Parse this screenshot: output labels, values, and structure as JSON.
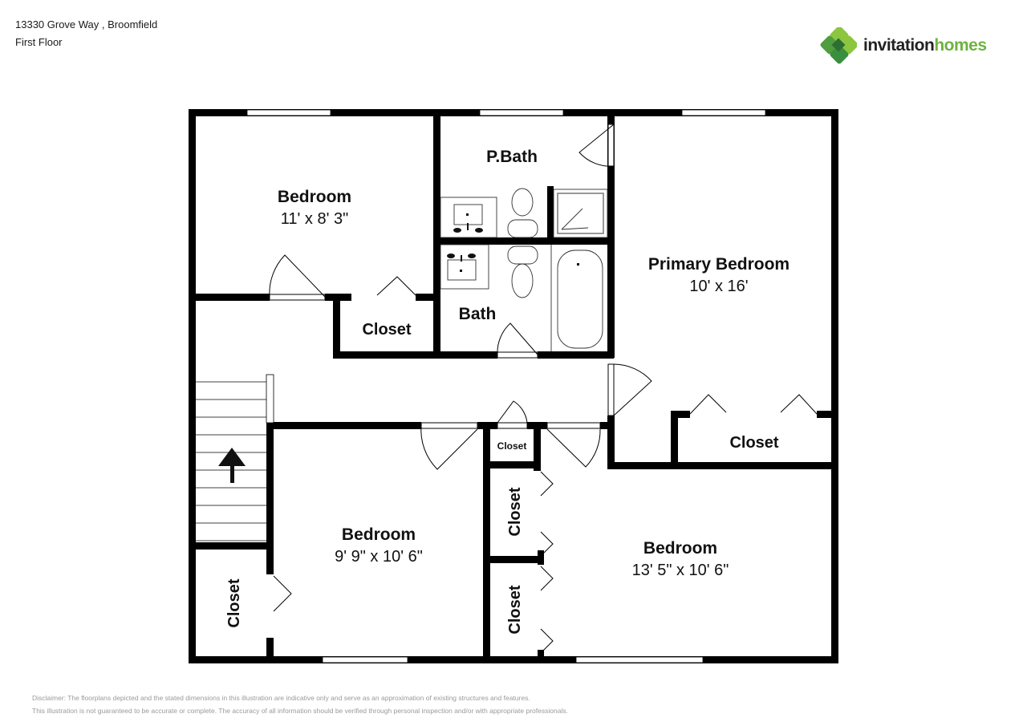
{
  "header": {
    "address": "13330 Grove Way , Broomfield",
    "floor": "First Floor"
  },
  "logo": {
    "word1": "invitation",
    "word2": "homes",
    "icon": "clover-icon",
    "colors": {
      "dark": "#222222",
      "green": "#6cb33f",
      "leaf_light": "#8cc63f",
      "leaf_dark": "#3a8f3e"
    }
  },
  "rooms": {
    "bedroom_nw": {
      "label": "Bedroom",
      "dims": "11' x 8' 3\""
    },
    "pbath": {
      "label": "P.Bath"
    },
    "bath": {
      "label": "Bath"
    },
    "primary_bedroom": {
      "label": "Primary Bedroom",
      "dims": "10' x 16'"
    },
    "closet_nw": {
      "label": "Closet"
    },
    "closet_primary": {
      "label": "Closet"
    },
    "closet_small": {
      "label": "Closet"
    },
    "closet_mid_upper": {
      "label": "Closet"
    },
    "closet_mid_lower": {
      "label": "Closet"
    },
    "closet_sw": {
      "label": "Closet"
    },
    "bedroom_sw": {
      "label": "Bedroom",
      "dims": "9' 9\" x 10' 6\""
    },
    "bedroom_se": {
      "label": "Bedroom",
      "dims": "13' 5\" x 10' 6\""
    }
  },
  "stairs": {
    "direction_icon": "arrow-up-icon"
  },
  "disclaimer": {
    "line1": "Disclaimer: The floorplans depicted and the stated dimensions in this illustration are indicative only and serve as an approximation of existing structures and features.",
    "line2": "This illustration is not guaranteed to be accurate or complete. The accuracy of all information should be verified through personal inspection and/or with appropriate professionals."
  }
}
